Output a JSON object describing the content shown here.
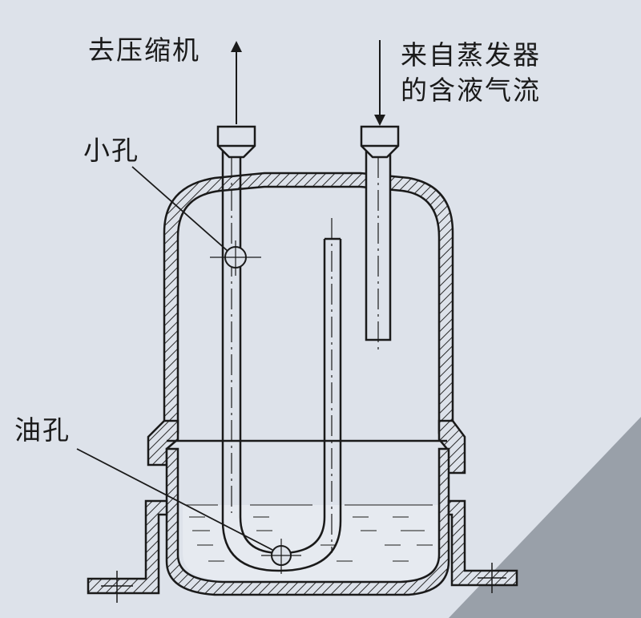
{
  "labels": {
    "to_compressor": "去压缩机",
    "from_evaporator_line1": "来自蒸发器",
    "from_evaporator_line2": "的含液气流",
    "small_hole": "小孔",
    "oil_hole": "油孔"
  },
  "colors": {
    "background": "#dde2ea",
    "ink": "#1a1a1a",
    "hatch": "#2a2a2a",
    "corner_shade": "#8d949e"
  }
}
